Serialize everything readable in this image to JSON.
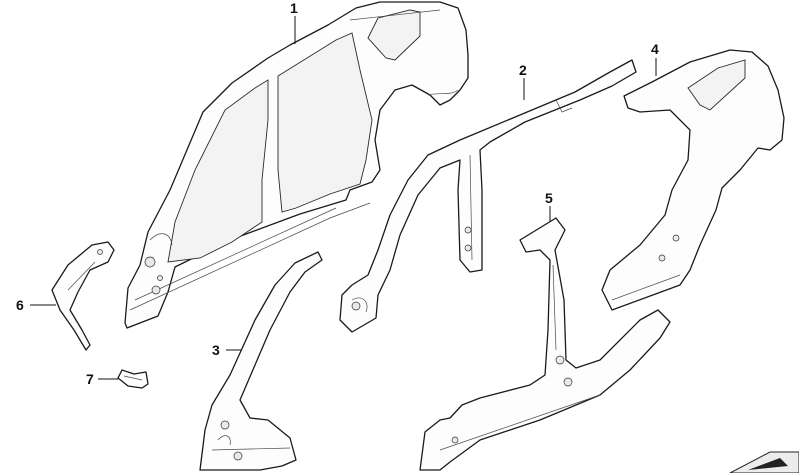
{
  "callouts": [
    {
      "id": "1",
      "label": "1"
    },
    {
      "id": "2",
      "label": "2"
    },
    {
      "id": "3",
      "label": "3"
    },
    {
      "id": "4",
      "label": "4"
    },
    {
      "id": "5",
      "label": "5"
    },
    {
      "id": "6",
      "label": "6"
    },
    {
      "id": "7",
      "label": "7"
    }
  ],
  "colors": {
    "line": "#1a1a1a",
    "fill": "#fdfdfd",
    "background": "#ffffff"
  }
}
